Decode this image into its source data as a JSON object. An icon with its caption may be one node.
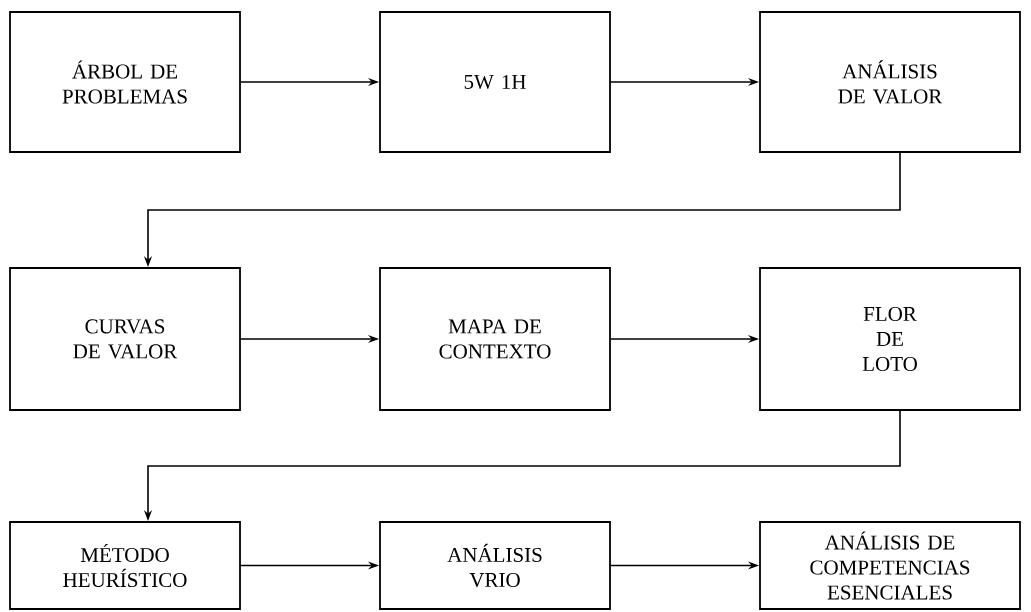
{
  "diagram": {
    "nodes": [
      {
        "text": [
          "ÁRBOL DE PROBLEMAS"
        ]
      },
      {
        "text": [
          "5W 1H"
        ]
      },
      {
        "text": [
          "ANÁLISIS DE VALOR"
        ]
      },
      {
        "text": [
          "CURVAS DE VALOR"
        ]
      },
      {
        "text": [
          "MAPA DE CONTEXTO"
        ]
      },
      {
        "text": [
          "FLOR DE LOTO"
        ]
      },
      {
        "text": [
          "MÉTODO HEURÍSTICO"
        ]
      },
      {
        "text": [
          "ANÁLISIS VRIO"
        ]
      },
      {
        "text": [
          "ANÁLISIS DE COMPETENCIAS ESENCIALES"
        ]
      }
    ],
    "edges": [
      {
        "from": 0,
        "to": 1,
        "arrow": "to"
      },
      {
        "from": 1,
        "to": 2,
        "arrow": "to"
      },
      {
        "from": 2,
        "to": 3,
        "arrow": "to"
      },
      {
        "from": 3,
        "to": 4,
        "arrow": "to"
      },
      {
        "from": 4,
        "to": 5,
        "arrow": "to"
      },
      {
        "from": 5,
        "to": 6,
        "arrow": "to"
      },
      {
        "from": 6,
        "to": 7,
        "arrow": "to"
      },
      {
        "from": 7,
        "to": 8,
        "arrow": "to"
      }
    ]
  }
}
